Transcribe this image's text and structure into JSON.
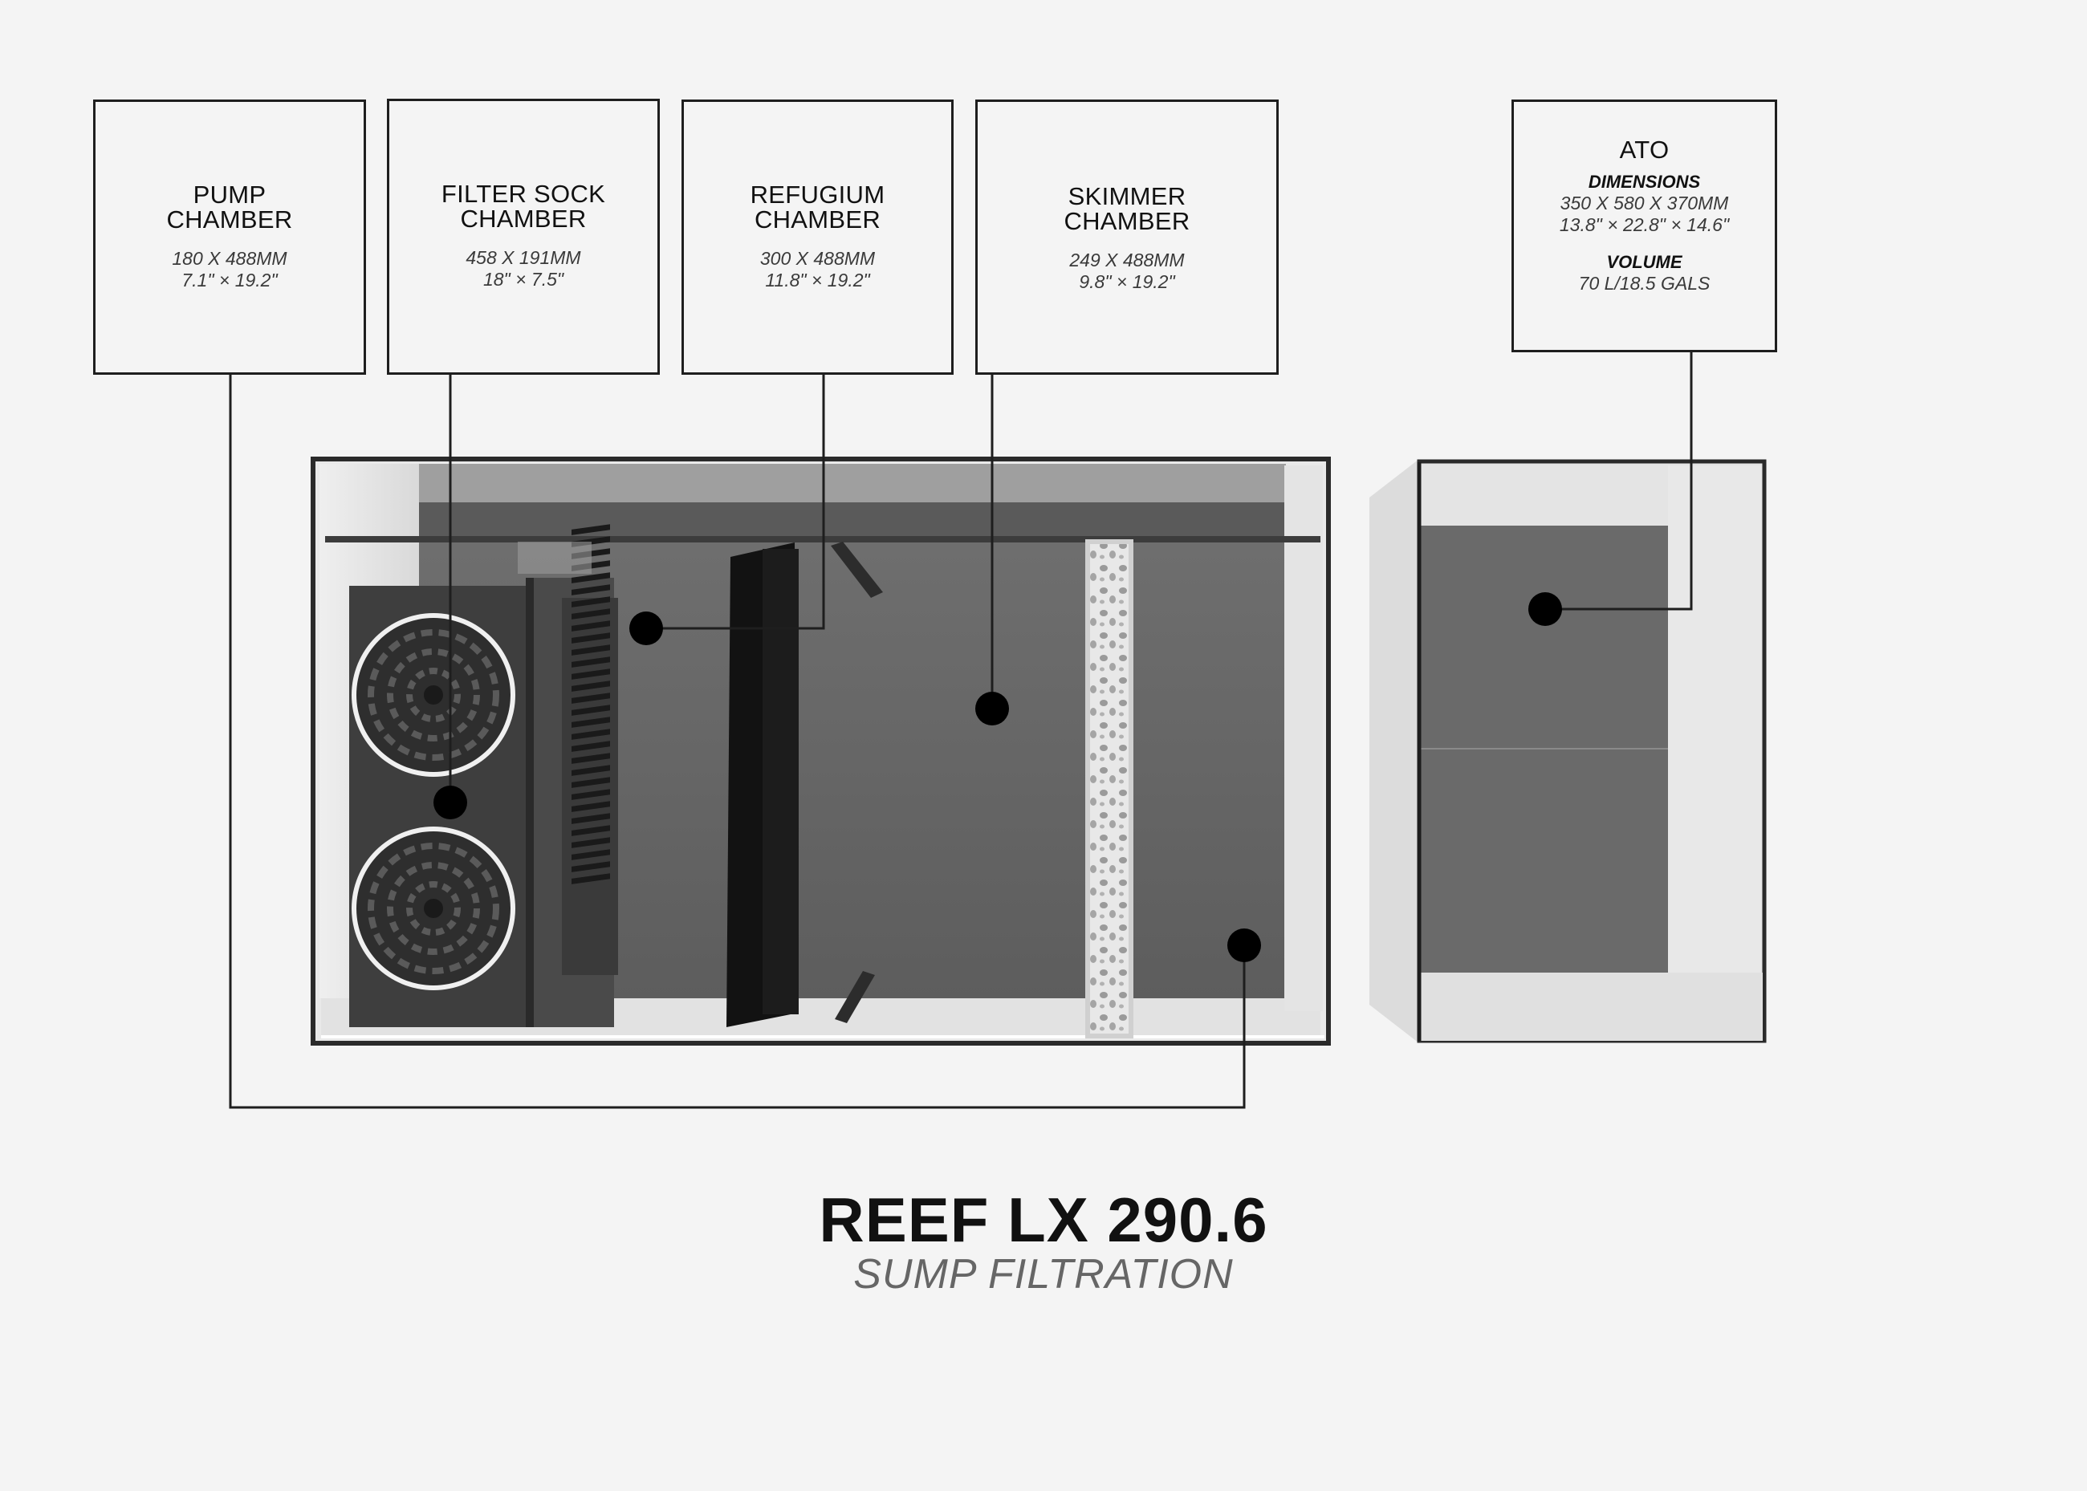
{
  "callouts": {
    "pump": {
      "title_line1": "PUMP",
      "title_line2": "CHAMBER",
      "dim_mm": "180 X 488MM",
      "dim_in": "7.1\" × 19.2\""
    },
    "filter_sock": {
      "title_line1": "FILTER SOCK",
      "title_line2": "CHAMBER",
      "dim_mm": "458 X 191MM",
      "dim_in": "18\" × 7.5\""
    },
    "refugium": {
      "title_line1": "REFUGIUM",
      "title_line2": "CHAMBER",
      "dim_mm": "300 X 488MM",
      "dim_in": "11.8\" × 19.2\""
    },
    "skimmer": {
      "title_line1": "SKIMMER",
      "title_line2": "CHAMBER",
      "dim_mm": "249 X 488MM",
      "dim_in": "9.8\" × 19.2\""
    },
    "ato": {
      "title": "ATO",
      "dimensions_label": "DIMENSIONS",
      "dim_mm": "350 X 580 X 370MM",
      "dim_in": "13.8\" × 22.8\" × 14.6\"",
      "volume_label": "VOLUME",
      "volume": "70 L/18.5 GALS"
    }
  },
  "product": {
    "name": "REEF LX 290.6",
    "subtitle": "SUMP FILTRATION"
  },
  "colors": {
    "background": "#f4f4f4",
    "line": "#1e1e1e",
    "tank_interior": "#6e6e6e",
    "glass": "#e6e6e6"
  }
}
